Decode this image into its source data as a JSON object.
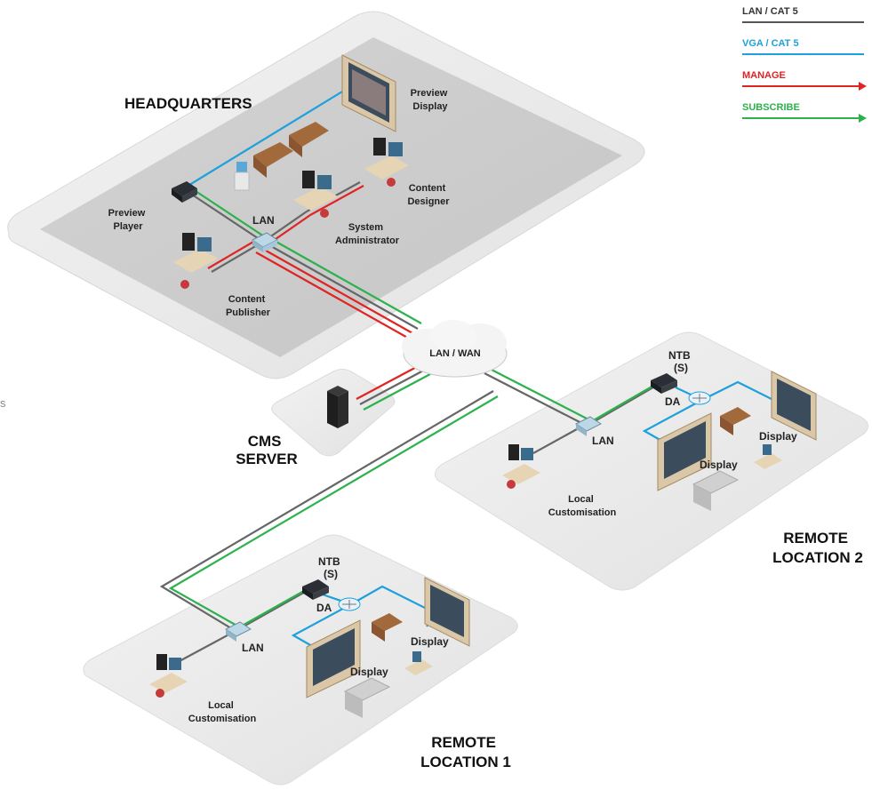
{
  "legend": {
    "lan": {
      "label": "LAN / CAT 5",
      "color": "#555555"
    },
    "vga": {
      "label": "VGA / CAT 5",
      "color": "#1ea0dc"
    },
    "manage": {
      "label": "MANAGE",
      "color": "#e02424"
    },
    "subscribe": {
      "label": "SUBSCRIBE",
      "color": "#2bb24c"
    }
  },
  "headquarters": {
    "title": "HEADQUARTERS",
    "preview_display": [
      "Preview",
      "Display"
    ],
    "preview_player": [
      "Preview",
      "Player"
    ],
    "content_designer": [
      "Content",
      "Designer"
    ],
    "system_administrator": [
      "System",
      "Administrator"
    ],
    "content_publisher": [
      "Content",
      "Publisher"
    ],
    "lan": "LAN"
  },
  "cloud": {
    "label": "LAN / WAN"
  },
  "cms_server": {
    "label": [
      "CMS",
      "SERVER"
    ]
  },
  "remote2": {
    "title": [
      "REMOTE",
      "LOCATION 2"
    ],
    "ntb": [
      "NTB",
      "(S)"
    ],
    "da": "DA",
    "lan": "LAN",
    "display_a": "Display",
    "display_b": "Display",
    "local": [
      "Local",
      "Customisation"
    ]
  },
  "remote1": {
    "title": [
      "REMOTE",
      "LOCATION 1"
    ],
    "ntb": [
      "NTB",
      "(S)"
    ],
    "da": "DA",
    "lan": "LAN",
    "display_a": "Display",
    "display_b": "Display",
    "local": [
      "Local",
      "Customisation"
    ]
  },
  "stray_text": "s"
}
